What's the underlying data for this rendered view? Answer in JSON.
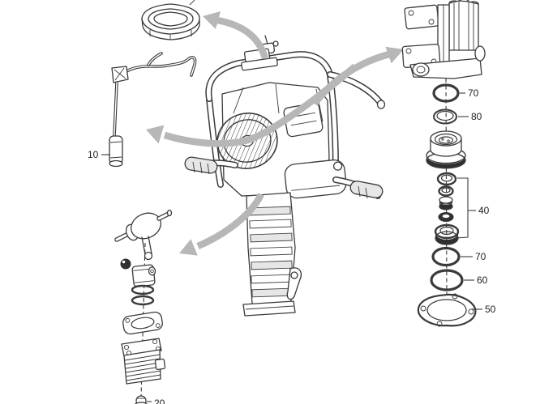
{
  "diagram": {
    "type": "exploded-parts-diagram",
    "colors": {
      "background": "#ffffff",
      "line": "#3a3a3a",
      "arrow": "#b7b7b7",
      "label": "#1f1f1f",
      "dark_fill": "#303030",
      "shade": "#e6e6e6"
    },
    "callouts": [
      {
        "label": "10",
        "target": "spark-plug-lead"
      },
      {
        "label": "20",
        "target": "cylinder-bolt",
        "cropped_at_bottom": true
      },
      {
        "label": "70",
        "target": "o-ring-upper"
      },
      {
        "label": "80",
        "target": "bevel-ring"
      },
      {
        "label": "40",
        "target": "seal-kit-group"
      },
      {
        "label": "70",
        "target": "o-ring-lower"
      },
      {
        "label": "60",
        "target": "o-ring-large"
      },
      {
        "label": "50",
        "target": "flange-gasket"
      }
    ],
    "illustrations": [
      {
        "name": "air-filter"
      },
      {
        "name": "spark-plug-lead"
      },
      {
        "name": "main-machine"
      },
      {
        "name": "percussion-housing"
      },
      {
        "name": "buffer-cup"
      },
      {
        "name": "crankshaft-piston-cylinder"
      }
    ],
    "arrows": [
      {
        "name": "arrow-to-air-filter"
      },
      {
        "name": "arrow-to-percussion-housing"
      },
      {
        "name": "arrow-to-spark-plug-lead"
      },
      {
        "name": "arrow-to-engine-parts"
      }
    ]
  }
}
